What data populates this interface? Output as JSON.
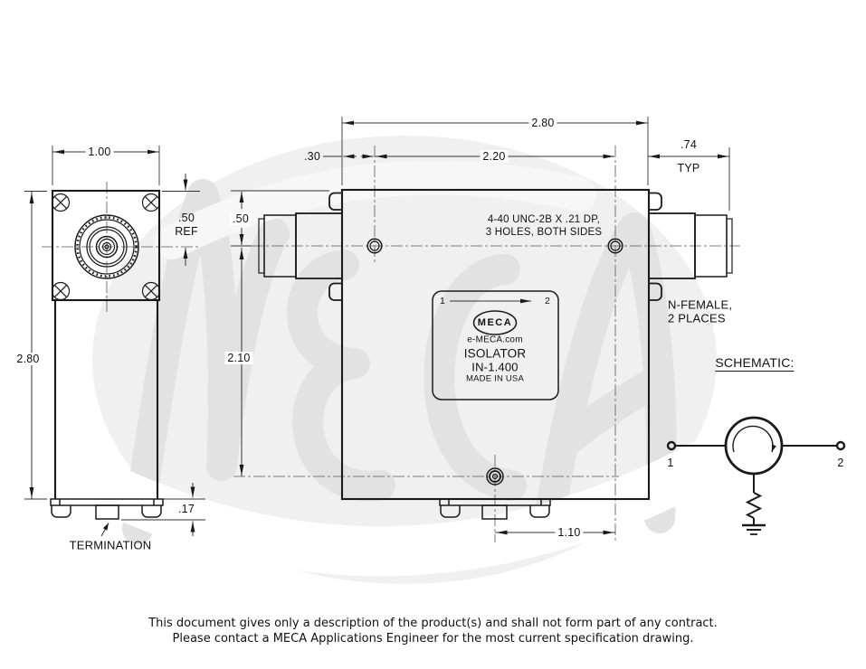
{
  "colors": {
    "line": "#1a1a1a",
    "watermark": "#e2e2e2",
    "background": "#ffffff"
  },
  "watermark": {
    "text": "MECA"
  },
  "left_view": {
    "dim_width": "1.00",
    "dim_height": "2.80",
    "dim_flange_height": ".50",
    "dim_flange_ref": "REF",
    "dim_base_height": ".17",
    "termination_label": "TERMINATION"
  },
  "main_view": {
    "dim_overall_width": "2.80",
    "dim_hole_offset": ".30",
    "dim_hole_spacing": "2.20",
    "dim_connector_length": ".74",
    "dim_connector_typ": "TYP",
    "dim_top_to_centerline": ".50",
    "dim_centerline_to_bottom_hole": "2.10",
    "dim_bottom_hole_offset": "1.10",
    "callout_line1": "4-40 UNC-2B X .21 DP,",
    "callout_line2": "3 HOLES, BOTH SIDES",
    "connector_note_line1": "N-FEMALE,",
    "connector_note_line2": "2 PLACES",
    "label_plate": {
      "port_in": "1",
      "port_out": "2",
      "logo": "MECA",
      "website": "e-MECA.com",
      "product": "ISOLATOR",
      "model": "IN-1.400",
      "origin": "MADE IN USA"
    }
  },
  "schematic": {
    "title": "SCHEMATIC:",
    "port1_label": "1",
    "port2_label": "2"
  },
  "footer": {
    "line1": "This document gives only a description of the product(s) and shall not form part of any contract.",
    "line2": "Please contact a MECA Applications Engineer for the most current specification drawing."
  }
}
